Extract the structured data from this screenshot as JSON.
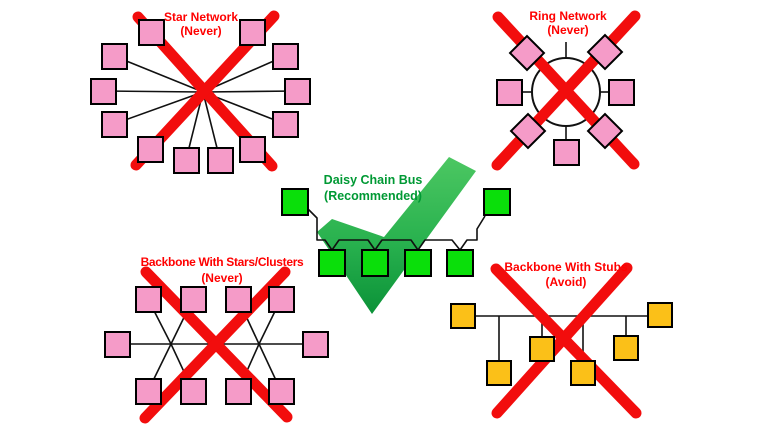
{
  "colors": {
    "node_pink": "#F59BC8",
    "node_green": "#0ADF0A",
    "node_orange": "#FBC018",
    "x_red": "#F20D0D",
    "title_red": "#FF0000",
    "title_green": "#009934",
    "check_light": "#4CC762",
    "check_dark": "#0B9238",
    "line_black": "#111111"
  },
  "diagrams": {
    "star": {
      "title": "Star Network",
      "verdict": "(Never)"
    },
    "ring": {
      "title": "Ring Network",
      "verdict": "(Never)"
    },
    "daisy_chain": {
      "title": "Daisy Chain Bus",
      "verdict": "(Recommended)"
    },
    "backbone_clusters": {
      "title": "Backbone With Stars/Clusters",
      "verdict": "(Never)"
    },
    "backbone_stubs": {
      "title": "Backbone With Stubs",
      "verdict": "(Avoid)"
    }
  }
}
